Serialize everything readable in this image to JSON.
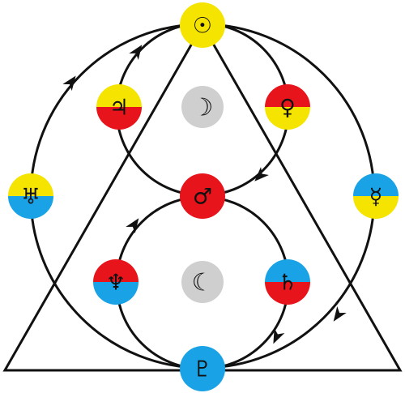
{
  "colors": {
    "yellow": "#f5e400",
    "red": "#e8141b",
    "blue": "#1aa2e6",
    "grey": "#cfcfcf",
    "line": "#111111"
  },
  "nodes": {
    "sun": {
      "symbol": "☉",
      "icon": "sun-symbol",
      "fill": [
        "yellow"
      ]
    },
    "jupiter": {
      "symbol": "♃",
      "icon": "jupiter-symbol",
      "fill": [
        "yellow",
        "red"
      ]
    },
    "venus": {
      "symbol": "♀",
      "icon": "venus-symbol",
      "fill": [
        "red",
        "yellow"
      ]
    },
    "uranus": {
      "symbol": "♅",
      "icon": "uranus-symbol",
      "fill": [
        "yellow",
        "blue"
      ]
    },
    "mercury": {
      "symbol": "☿",
      "icon": "mercury-symbol",
      "fill": [
        "blue",
        "yellow"
      ]
    },
    "mars": {
      "symbol": "♂",
      "icon": "mars-symbol",
      "fill": [
        "red"
      ]
    },
    "neptune": {
      "symbol": "♆",
      "icon": "neptune-symbol",
      "fill": [
        "red",
        "blue"
      ]
    },
    "saturn": {
      "symbol": "♄",
      "icon": "saturn-symbol",
      "fill": [
        "blue",
        "red"
      ]
    },
    "pluto": {
      "symbol": "♇",
      "icon": "pluto-symbol",
      "fill": [
        "blue"
      ]
    },
    "moon_waxing": {
      "symbol": "☽",
      "icon": "waxing-moon-symbol",
      "fill": [
        "grey"
      ]
    },
    "moon_waning": {
      "symbol": "☾",
      "icon": "waning-moon-symbol",
      "fill": [
        "grey"
      ]
    }
  }
}
